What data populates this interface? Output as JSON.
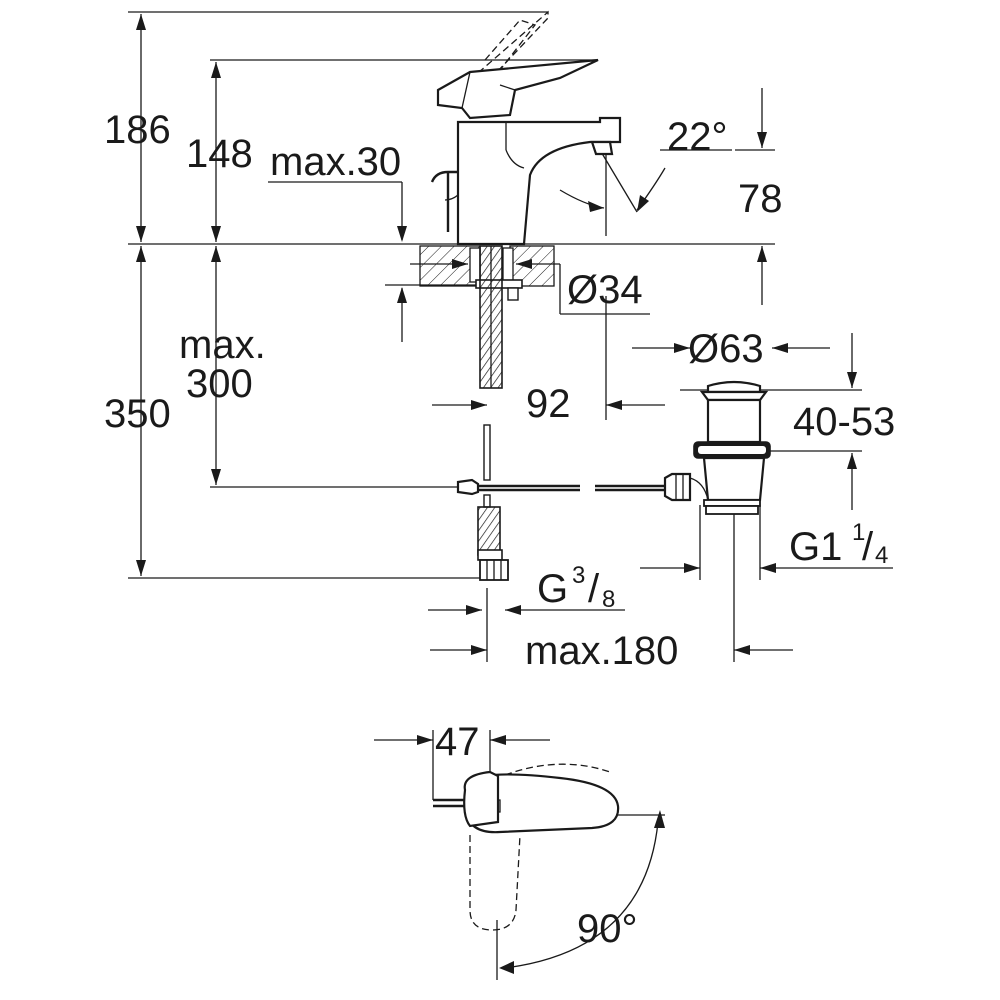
{
  "dimensions": {
    "d186": "186",
    "d148": "148",
    "max30": "max.30",
    "angle22": "22°",
    "d78": "78",
    "dia34": "Ø34",
    "max300_line1": "max.",
    "max300_line2": "300",
    "d350": "350",
    "d92": "92",
    "dia63": "Ø63",
    "d40_53": "40-53",
    "g114_base": "G1",
    "g114_num": "1",
    "g114_sep": "/",
    "g114_den": "4",
    "g38_base": "G",
    "g38_num": "3",
    "g38_sep": "/",
    "g38_den": "8",
    "max180": "max.180",
    "d47": "47",
    "angle90": "90°"
  }
}
